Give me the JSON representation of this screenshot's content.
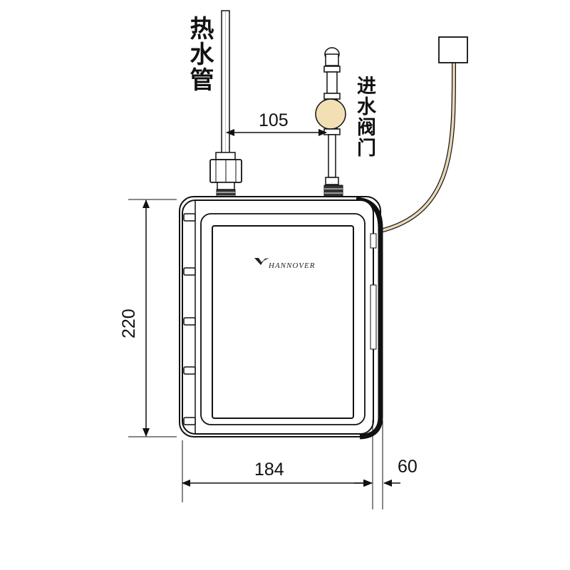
{
  "labels": {
    "hot_water_pipe": "热水管",
    "inlet_valve": "进水阀门"
  },
  "dimensions": {
    "pipe_spacing": "105",
    "height": "220",
    "width": "184",
    "depth": "60"
  },
  "brand": {
    "name": "HANNOVER"
  },
  "colors": {
    "line": "#111111",
    "valve_knob": "#f2dfb4",
    "cable": "#e9d8b6",
    "cover": "#ffffff"
  }
}
